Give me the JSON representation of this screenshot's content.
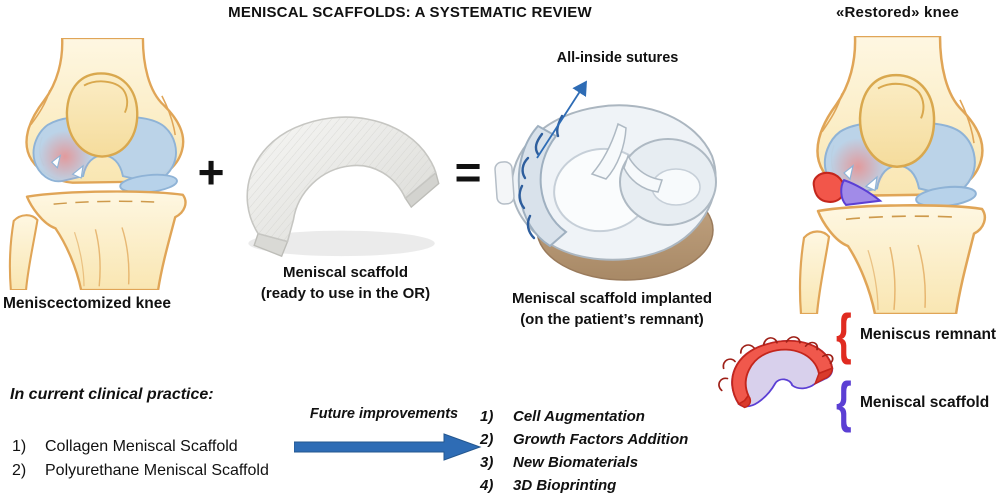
{
  "title": "MENISCAL SCAFFOLDS: A SYSTEMATIC REVIEW",
  "restored_knee_label": "«Restored» knee",
  "sutures_annotation": "All-inside sutures",
  "operators": {
    "plus": "+",
    "equals": "="
  },
  "captions": {
    "meniscectomized": "Meniscectomized knee",
    "scaffold_line1": "Meniscal scaffold",
    "scaffold_line2": "(ready to use in the OR)",
    "implanted_line1": "Meniscal scaffold implanted",
    "implanted_line2": "(on the patient’s remnant)"
  },
  "clinical_practice": {
    "heading": "In current clinical practice:",
    "items": [
      {
        "num": "1)",
        "label": "Collagen Meniscal Scaffold"
      },
      {
        "num": "2)",
        "label": "Polyurethane Meniscal Scaffold"
      }
    ]
  },
  "future_improvements": {
    "arrow_label": "Future improvements",
    "items": [
      {
        "num": "1)",
        "label": "Cell Augmentation"
      },
      {
        "num": "2)",
        "label": "Growth Factors Addition"
      },
      {
        "num": "3)",
        "label": "New Biomaterials"
      },
      {
        "num": "4)",
        "label": "3D Bioprinting"
      }
    ]
  },
  "legend": {
    "remnant": {
      "brace": "{",
      "label": "Meniscus remnant",
      "color": "#e02b20"
    },
    "scaffold": {
      "brace": "{",
      "label": "Meniscal scaffold",
      "color": "#5b3fd4"
    }
  },
  "colors": {
    "arrow_blue": "#2e6cb5",
    "suture_blue": "#2e5e9d",
    "bone_tan": "#e0a557",
    "cartilage_blue": "#b7d2ea",
    "remnant_red": "#e02b20",
    "scaffold_purple": "#5b3fd4"
  }
}
